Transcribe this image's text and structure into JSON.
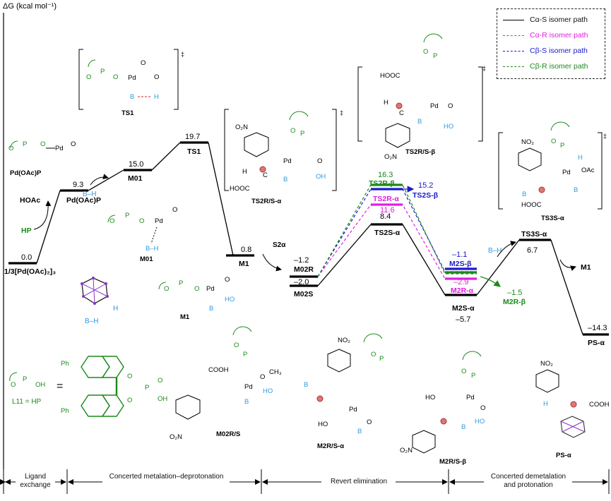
{
  "axis": {
    "ylabel": "ΔG (kcal mol⁻¹)"
  },
  "legend": {
    "items": [
      {
        "label": "Cα-S isomer path",
        "color": "#000000",
        "dash": "solid"
      },
      {
        "label": "Cα-R isomer path",
        "color": "#e020e0",
        "dash": "dashed"
      },
      {
        "label": "Cβ-S isomer path",
        "color": "#1a1acc",
        "dash": "dashed"
      },
      {
        "label": "Cβ-R isomer path",
        "color": "#1a8a1a",
        "dash": "dashed"
      }
    ]
  },
  "colors": {
    "black": "#000000",
    "magenta": "#e020e0",
    "blue": "#1a1acc",
    "green": "#1a8a1a",
    "boron": "#3399dd",
    "red": "#dd2222"
  },
  "levels": {
    "start": {
      "value": "0.0",
      "label": "1/3[Pd(OAc)₂]₃"
    },
    "pdoacp": {
      "value": "9.3",
      "label": "Pd(OAc)P"
    },
    "m01": {
      "value": "15.0",
      "label": "M01"
    },
    "ts1": {
      "value": "19.7",
      "label": "TS1"
    },
    "m1": {
      "value": "0.8",
      "label": "M1"
    },
    "m02r": {
      "value": "–1.2",
      "label": "M02R"
    },
    "m02s": {
      "value": "–2.0",
      "label": "M02S"
    },
    "ts2s": {
      "value": "8.4",
      "label": "TS2S-α"
    },
    "ts2r_a": {
      "value": "11.6",
      "label": "TS2R-α"
    },
    "ts2s_b": {
      "value": "15.2",
      "label": "TS2S-β"
    },
    "ts2r_b": {
      "value": "16.3",
      "label": "TS2R-β"
    },
    "m2s_b": {
      "value": "–1.1",
      "label": "M2S-β"
    },
    "m2r_a": {
      "value": "–2.9",
      "label": "M2R-α"
    },
    "m2r_b": {
      "value": "–1.5",
      "label": "M2R-β"
    },
    "m2s_a": {
      "value": "–5.7",
      "label": "M2S-α"
    },
    "ts3s": {
      "value": "6.7",
      "label": "TS3S-α"
    },
    "ps": {
      "value": "–14.3",
      "label": "PS-α"
    }
  },
  "annotations": {
    "hoac": "HOAc",
    "hp": "HP",
    "bh": "B–H",
    "s2a": "S2α",
    "m1_out": "M1",
    "bh_in": "B–H"
  },
  "structures": {
    "ts1": "TS1",
    "pdoacp": "Pd(OAc)P",
    "m01": "M01",
    "m1": "M1",
    "ts2rs_a": "TS2R/S-α",
    "ts2rs_b": "TS2R/S-β",
    "ts3s_a": "TS3S-α",
    "bh_cage": "B–H",
    "m02rs": "M02R/S",
    "m2rs_a": "M2R/S-α",
    "m2rs_b": "M2R/S-β",
    "ps_a": "PS-α",
    "l11": "L11 = HP",
    "equals": "=",
    "dagger": "‡",
    "ph": "Ph",
    "no2": "NO₂",
    "o2n": "O₂N",
    "cooh": "COOH",
    "hooc": "HOOC",
    "pd": "Pd",
    "oac": "OAc"
  },
  "phases": [
    {
      "label": "Ligand exchange"
    },
    {
      "label": "Concerted metalation–deprotonation"
    },
    {
      "label": "Revert elimination"
    },
    {
      "label": "Concerted demetalation and protonation"
    }
  ]
}
